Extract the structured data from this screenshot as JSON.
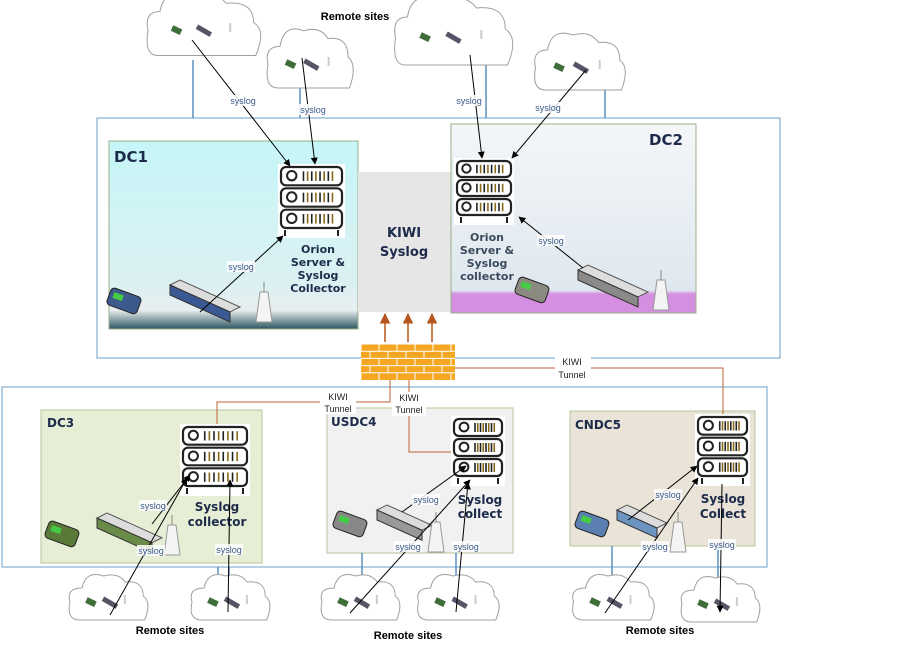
{
  "remote_sites_label": "Remote sites",
  "edge_label": "syslog",
  "tunnel_label": [
    "KIWI",
    "Tunnel"
  ],
  "kiwi": {
    "line1": "KIWI",
    "line2": "Syslog"
  },
  "datacenters": {
    "dc1": {
      "name": "DC1",
      "server_label": [
        "Orion",
        "Server &",
        "Syslog",
        "Collector"
      ]
    },
    "dc2": {
      "name": "DC2",
      "server_label": [
        "Orion",
        "Server &",
        "Syslog",
        "collector"
      ]
    },
    "dc3": {
      "name": "DC3",
      "server_label": [
        "Syslog",
        "collector"
      ]
    },
    "usdc4": {
      "name": "USDC4",
      "server_label": [
        "Syslog",
        "collect"
      ]
    },
    "cndc5": {
      "name": "CNDC5",
      "server_label": [
        "Syslog",
        "Collect"
      ]
    }
  },
  "colors": {
    "frame": "#6a9ec8",
    "tunnel": "#c0643a",
    "firewall": "#f5a623",
    "dc1": "#c8f4f6",
    "dc2": "#eef2f6",
    "dc2_band": "#d58fe0",
    "dc3": "#e7eed6",
    "usdc4": "#f1f1f1",
    "cndc5": "#e9e3d8",
    "kiwi": "#e6e6e6"
  }
}
